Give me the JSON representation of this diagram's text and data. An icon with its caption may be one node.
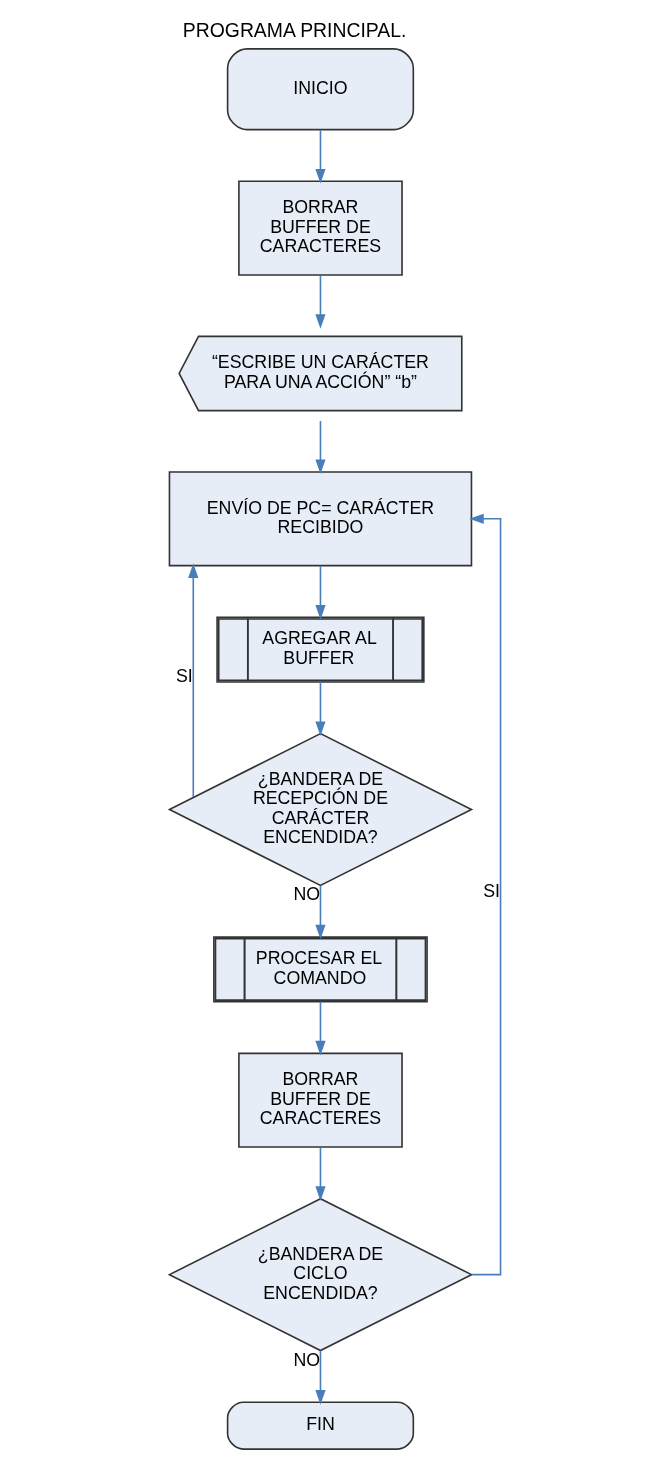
{
  "diagram": {
    "title": "PROGRAMA PRINCIPAL.",
    "nodes": [
      {
        "text": [
          "INICIO"
        ]
      },
      {
        "text": [
          "BORRAR BUFFER DE CARACTERES"
        ]
      },
      {
        "text": [
          "“ESCRIBE UN CARÁCTER PARA UNA ACCIÓN” “b”"
        ]
      },
      {
        "text": [
          "ENVÍO DE PC= CARÁCTER RECIBIDO"
        ]
      },
      {
        "text": [
          "AGREGAR AL BUFFER"
        ]
      },
      {
        "text": [
          "¿BANDERA DE RECEPCIÓN DE CARÁCTER ENCENDIDA?"
        ]
      },
      {
        "text": [
          "PROCESAR EL COMANDO"
        ]
      },
      {
        "text": [
          "BORRAR BUFFER DE CARACTERES"
        ]
      },
      {
        "text": [
          "¿BANDERA DE CICLO ENCENDIDA?"
        ]
      },
      {
        "text": [
          "FIN"
        ]
      }
    ],
    "edges": [
      {
        "from": 0,
        "to": 1,
        "arrow": "to"
      },
      {
        "from": 1,
        "to": 2,
        "arrow": "to"
      },
      {
        "from": 2,
        "to": 3,
        "arrow": "to"
      },
      {
        "from": 3,
        "to": 4,
        "arrow": "to"
      },
      {
        "from": 4,
        "to": 5,
        "arrow": "to"
      },
      {
        "from": 5,
        "to": 3,
        "arrow": "to",
        "label": "SI"
      },
      {
        "from": 5,
        "to": 6,
        "arrow": "to",
        "label": "NO"
      },
      {
        "from": 6,
        "to": 7,
        "arrow": "to"
      },
      {
        "from": 7,
        "to": 8,
        "arrow": "to"
      },
      {
        "from": 8,
        "to": 3,
        "arrow": "to",
        "label": "SI"
      },
      {
        "from": 8,
        "to": 9,
        "arrow": "to",
        "label": "NO"
      }
    ]
  }
}
